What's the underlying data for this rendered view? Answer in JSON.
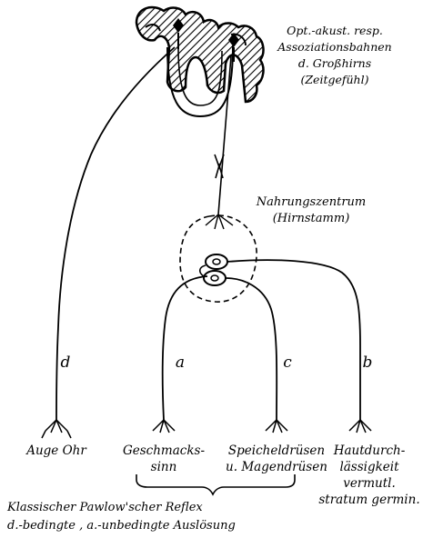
{
  "colors": {
    "ink": "#000000",
    "background": "#ffffff"
  },
  "labels": {
    "cortex_caption": [
      "Opt.-akust. resp.",
      "Assoziationsbahnen",
      "d. Großhirns",
      "(Zeitgefühl)"
    ],
    "center_caption": [
      "Nahrungszentrum",
      "(Hirnstamm)"
    ],
    "path_d": "d",
    "path_a": "a",
    "path_c": "c",
    "path_b": "b",
    "auge_ohr": "Auge Ohr",
    "geschmack": [
      "Geschmacks-",
      "sinn"
    ],
    "speichel": [
      "Speicheldrüsen",
      "u. Magendrüsen"
    ],
    "haut": [
      "Hautdurch-",
      "lässigkeit",
      "vermutl.",
      "stratum germin."
    ],
    "reflex": [
      "Klassischer Pawlow'scher Reflex",
      "d.-bedingte , a.-unbedingte Auslösung"
    ]
  }
}
